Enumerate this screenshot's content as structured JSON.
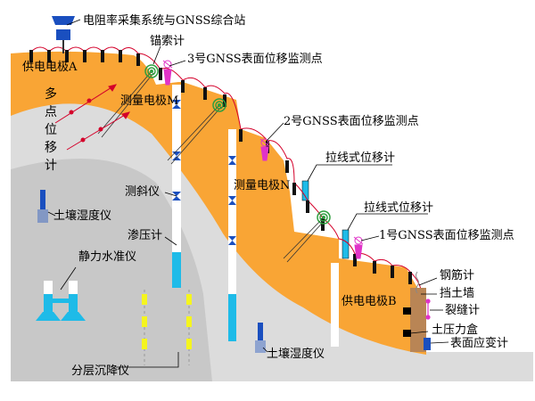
{
  "labels": {
    "station": "电阻率采集系统与GNSS综合站",
    "anchor_meter": "锚索计",
    "gnss3": "3号GNSS表面位移监测点",
    "electrode_a": "供电电极A",
    "electrode_m": "测量电极M",
    "multipoint_chars": [
      "多",
      "点",
      "位",
      "移",
      "计"
    ],
    "gnss2": "2号GNSS表面位移监测点",
    "wire_disp_1": "拉线式位移计",
    "inclinometer": "测斜仪",
    "electrode_n": "测量电极N",
    "wire_disp_2": "拉线式位移计",
    "soil_moisture_1": "土壤湿度仪",
    "piezometer": "渗压计",
    "gnss1": "1号GNSS表面位移监测点",
    "static_level": "静力水准仪",
    "rebar_meter": "钢筋计",
    "retaining_wall": "挡土墙",
    "crack_meter": "裂缝计",
    "electrode_b": "供电电极B",
    "earth_pressure": "土压力盒",
    "surface_strain": "表面应变计",
    "layered_settlement": "分层沉降仪",
    "soil_moisture_2": "土壤湿度仪"
  },
  "colors": {
    "soil": "#F9A535",
    "rock_light": "#DCDCDC",
    "rock_dark": "#C8C8C8",
    "gnss_marker": "#E033C8",
    "inclinometer_marker": "#1A4FBF",
    "sensor_cyan": "#1EBBE8",
    "anchor_green": "#2E9E3E",
    "settlement_yellow": "#F5F51E",
    "wall_brown": "#B98555",
    "cable_red": "#D4002A"
  }
}
